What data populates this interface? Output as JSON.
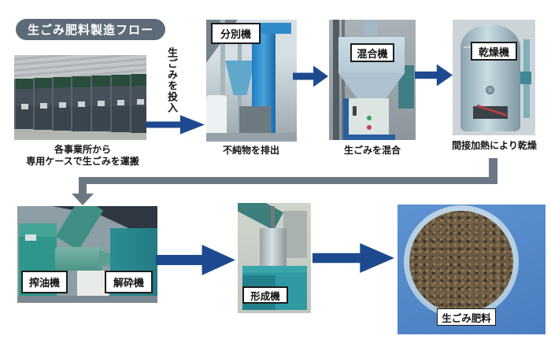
{
  "title": "生ごみ肥料製造フロー",
  "colors": {
    "arrow_navy": "#1d4a8f",
    "connector_gray": "#6b7884",
    "title_bg": "#5c6b77"
  },
  "steps": {
    "transport": {
      "caption": [
        "各事業所から",
        "専用ケースで生ごみを運搬"
      ]
    },
    "input": {
      "label": "生ごみを投入"
    },
    "separator": {
      "machine": "分別機",
      "caption": "不純物を排出"
    },
    "mixer": {
      "machine": "混合機",
      "caption": "生ごみを混合"
    },
    "dryer": {
      "machine": "乾燥機",
      "caption": "間接加熱により乾燥"
    },
    "press_crusher": {
      "machine_left": "搾油機",
      "machine_right": "解砕機"
    },
    "former": {
      "machine": "形成機"
    },
    "product": {
      "label": "生ごみ肥料"
    }
  }
}
